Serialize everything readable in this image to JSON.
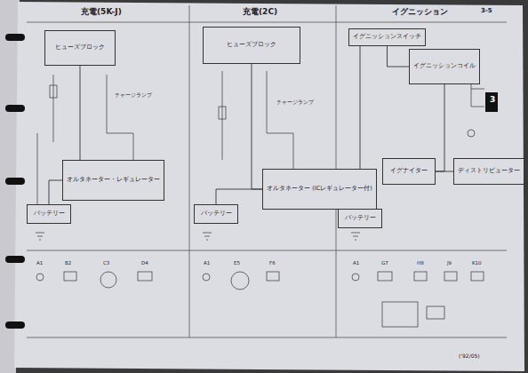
{
  "diagram": {
    "nodes": [
      {
        "text": [
          "ヒューズブロック"
        ]
      },
      {
        "text": [
          "オルタネーター・レギュレーター"
        ]
      },
      {
        "text": [
          "バッテリー"
        ]
      },
      {
        "text": [
          "ヒューズブロック"
        ]
      },
      {
        "text": [
          "オルタネーター (ICレギュレーター付)"
        ]
      },
      {
        "text": [
          "バッテリー"
        ]
      },
      {
        "text": [
          "イグニッションスイッチ"
        ]
      },
      {
        "text": [
          "イグニッションコイル"
        ]
      },
      {
        "text": [
          "イグナイター"
        ]
      },
      {
        "text": [
          "ディストリビューター"
        ]
      },
      {
        "text": [
          "バッテリー"
        ]
      }
    ],
    "edges": [
      {
        "from": 0,
        "to": 1,
        "arrow": "none"
      },
      {
        "from": 2,
        "to": 1,
        "arrow": "none"
      },
      {
        "from": 3,
        "to": 4,
        "arrow": "none"
      },
      {
        "from": 5,
        "to": 4,
        "arrow": "none"
      },
      {
        "from": 10,
        "to": 6,
        "arrow": "none"
      },
      {
        "from": 6,
        "to": 7,
        "arrow": "none"
      },
      {
        "from": 7,
        "to": 8,
        "arrow": "none"
      },
      {
        "from": 8,
        "to": 9,
        "arrow": "none"
      }
    ],
    "labels": [
      "充電(5K-J)",
      "充電(2C)",
      "イグニッション",
      "3-5",
      "3",
      "チャージランプ",
      "チャージランプ",
      "A1",
      "B2",
      "C3",
      "D4",
      "A1",
      "E5",
      "F6",
      "A1",
      "G7",
      "H8",
      "J9",
      "K10",
      "('92/05)"
    ]
  }
}
